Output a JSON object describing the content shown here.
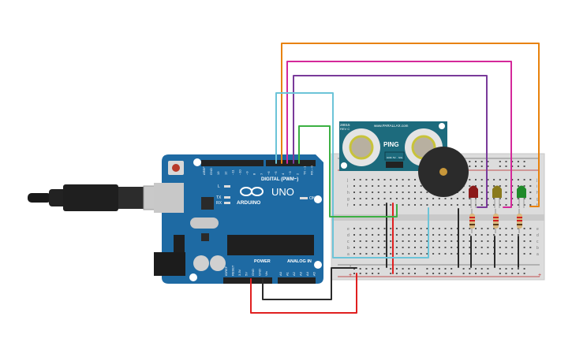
{
  "arduino": {
    "brand": "ARDUINO",
    "model": "UNO",
    "digital_label": "DIGITAL (PWM~)",
    "power_label": "POWER",
    "analog_label": "ANALOG IN",
    "on_label": "ON",
    "led_l": "L",
    "led_tx": "TX",
    "led_rx": "RX",
    "digital_pins": [
      "AREF",
      "GND",
      "13",
      "12",
      "~11",
      "~10",
      "~9",
      "8",
      "7",
      "~6",
      "~5",
      "4",
      "~3",
      "2",
      "TX→1",
      "RX←0"
    ],
    "power_pins": [
      "IOREF",
      "RESET",
      "3.3V",
      "5V",
      "GND",
      "GND",
      "Vin"
    ],
    "analog_pins": [
      "A0",
      "A1",
      "A2",
      "A3",
      "A4",
      "A5"
    ],
    "board_color": "#1e6aa3"
  },
  "sensor": {
    "name": "PING",
    "website": "www.PARALLAX.com",
    "part": "28015",
    "rev": "REV C",
    "pins": [
      "GND",
      "5V",
      "SIG"
    ],
    "color": "#1d6b7d"
  },
  "breadboard": {
    "row_letters": [
      "j",
      "i",
      "h",
      "g",
      "f",
      "e",
      "d",
      "c",
      "b",
      "a"
    ],
    "plus": "+",
    "minus": "-"
  },
  "components": {
    "leds": [
      {
        "color": "red",
        "hex": "#8b1a1a"
      },
      {
        "color": "yellow",
        "hex": "#8a7a1c"
      },
      {
        "color": "green",
        "hex": "#1f8a2a"
      }
    ],
    "buzzer": {
      "color": "#2b2b2b",
      "center": "#c8973a"
    }
  },
  "wires": {
    "orange": "#e8820c",
    "magenta": "#d4289a",
    "purple": "#7a3a9a",
    "light_blue": "#6cc4d8",
    "green": "#3cb043",
    "black": "#2b2b2b",
    "red": "#e02020"
  }
}
